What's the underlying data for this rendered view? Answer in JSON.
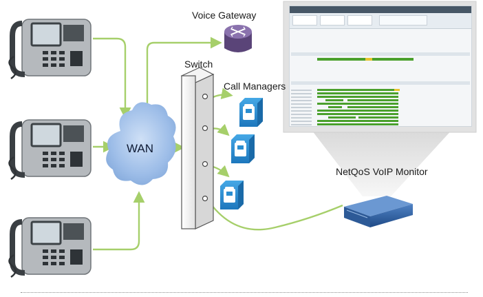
{
  "labels": {
    "wan": "WAN",
    "voice_gateway": "Voice Gateway",
    "switch": "Switch",
    "call_managers": "Call Managers",
    "monitor": "NetQoS VoIP Monitor"
  },
  "colors": {
    "link_green": "#a6cf6a",
    "cloud_blue": "#9dbde8",
    "gateway_purple": "#6d5590",
    "call_manager_blue": "#2b8ed0",
    "appliance_blue": "#2f5f9e",
    "screen_status_green": "#4aa02c",
    "screen_status_yellow": "#e8c530"
  },
  "icons": [
    "ip-phone-icon",
    "cloud-icon",
    "router-icon",
    "switch-icon",
    "call-manager-icon",
    "appliance-icon",
    "monitor-screen-icon"
  ]
}
